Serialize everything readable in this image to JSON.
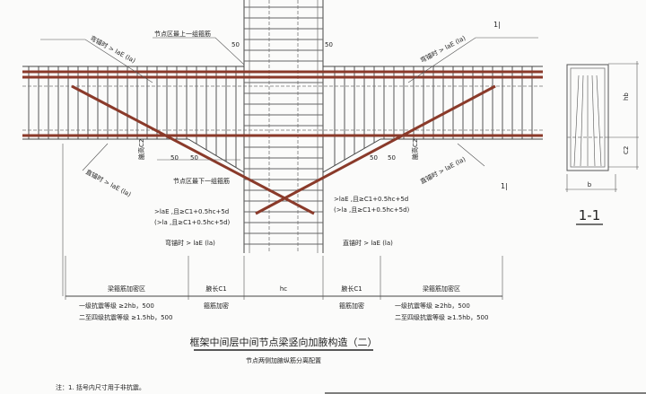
{
  "drawing": {
    "section_mark_top": "1|",
    "section_mark_bottom": "1|",
    "labels": {
      "top_group_stirrup": "节点区最上一组箍筋",
      "bottom_group_stirrup": "节点区最下一组箍筋",
      "bent_anchor_left": "弯锚时 > laE (la)",
      "bent_anchor_right": "弯锚时 > laE (la)",
      "bent_anchor_bottom": "弯锚时 > laE (la)",
      "straight_anchor_left": "直锚时 > laE (la)",
      "straight_anchor_right": "直锚时 > laE (la)",
      "straight_anchor_bottom": "直锚时 > laE (la)",
      "haunch_height_left": "腋高C2",
      "haunch_height_right": "腋高C2",
      "anchor_req_left_1": ">laE ,且≥C1+0.5hc+5d",
      "anchor_req_left_2": "(>la ,且≥C1+0.5hc+5d)",
      "anchor_req_right_1": ">laE ,且≥C1+0.5hc+5d",
      "anchor_req_right_2": "(>la ,且≥C1+0.5hc+5d)",
      "dim_50": "50"
    },
    "dimensions": {
      "left_zone": "梁箍筋加密区",
      "left_haunch": "腋长C1",
      "column": "hc",
      "right_haunch": "腋长C1",
      "right_zone": "梁箍筋加密区",
      "haunch_note": "箍筋加密",
      "grade1": "一级抗震等级 ≥2hb，500",
      "grade2to4": "二至四级抗震等级 ≥1.5hb，500"
    },
    "section": {
      "title": "1-1",
      "hb": "hb",
      "c2": "C2",
      "b": "b"
    },
    "title": "框架中间层中间节点梁竖向加腋构造（二）",
    "subtitle": "节点两侧加腋纵筋分离配置",
    "note": "注：1. 括号内尺寸用于非抗震。"
  }
}
